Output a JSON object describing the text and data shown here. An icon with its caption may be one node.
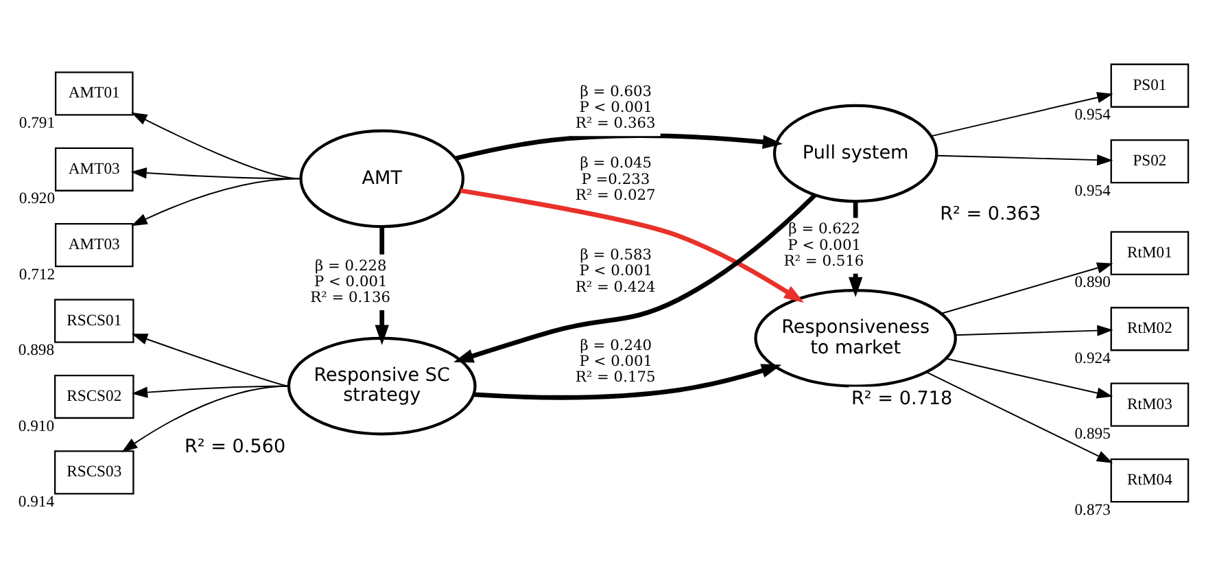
{
  "diagram": {
    "nodes": [
      {
        "text": [
          "AMT"
        ]
      },
      {
        "text": [
          "Pull system"
        ],
        "beside": [
          "R² = 0.363"
        ]
      },
      {
        "text": [
          "Responsive SC strategy"
        ],
        "beside": [
          "R² = 0.560"
        ]
      },
      {
        "text": [
          "Responsiveness to market"
        ],
        "beside": [
          "R² = 0.718"
        ]
      },
      {
        "text": [
          "AMT01"
        ],
        "beside": [
          "0.791"
        ]
      },
      {
        "text": [
          "AMT03"
        ],
        "beside": [
          "0.920"
        ]
      },
      {
        "text": [
          "AMT03"
        ],
        "beside": [
          "0.712"
        ]
      },
      {
        "text": [
          "PS01"
        ],
        "beside": [
          "0.954"
        ]
      },
      {
        "text": [
          "PS02"
        ],
        "beside": [
          "0.954"
        ]
      },
      {
        "text": [
          "RSCS01"
        ],
        "beside": [
          "0.898"
        ]
      },
      {
        "text": [
          "RSCS02"
        ],
        "beside": [
          "0.910"
        ]
      },
      {
        "text": [
          "RSCS03"
        ],
        "beside": [
          "0.914"
        ]
      },
      {
        "text": [
          "RtM01"
        ],
        "beside": [
          "0.890"
        ]
      },
      {
        "text": [
          "RtM02"
        ],
        "beside": [
          "0.924"
        ]
      },
      {
        "text": [
          "RtM03"
        ],
        "beside": [
          "0.895"
        ]
      },
      {
        "text": [
          "RtM04"
        ],
        "beside": [
          "0.873"
        ]
      }
    ],
    "edges": [
      {
        "from": 0,
        "to": 4,
        "arrow": "to"
      },
      {
        "from": 0,
        "to": 5,
        "arrow": "to"
      },
      {
        "from": 0,
        "to": 6,
        "arrow": "to"
      },
      {
        "from": 0,
        "to": 1,
        "arrow": "to",
        "label": "β = 0.603 P < 0.001 R² = 0.363",
        "style": "thick"
      },
      {
        "from": 1,
        "to": 7,
        "arrow": "to"
      },
      {
        "from": 1,
        "to": 8,
        "arrow": "to"
      },
      {
        "from": 0,
        "to": 2,
        "arrow": "to",
        "label": "β = 0.228 P < 0.001 R² = 0.136",
        "style": "thick"
      },
      {
        "from": 1,
        "to": 2,
        "arrow": "to",
        "label": "β = 0.583 P < 0.001 R² = 0.424",
        "style": "thick"
      },
      {
        "from": 0,
        "to": 3,
        "arrow": "to",
        "label": "β = 0.045 P =0.233 R² = 0.027",
        "style": "thick",
        "color": "#e8312a"
      },
      {
        "from": 1,
        "to": 3,
        "arrow": "to",
        "label": "β = 0.622 P < 0.001 R² = 0.516",
        "style": "thick"
      },
      {
        "from": 2,
        "to": 9,
        "arrow": "to"
      },
      {
        "from": 2,
        "to": 10,
        "arrow": "to"
      },
      {
        "from": 2,
        "to": 11,
        "arrow": "to"
      },
      {
        "from": 2,
        "to": 3,
        "arrow": "to",
        "label": "β = 0.240 P < 0.001 R² = 0.175",
        "style": "thick"
      },
      {
        "from": 3,
        "to": 12,
        "arrow": "to"
      },
      {
        "from": 3,
        "to": 13,
        "arrow": "to"
      },
      {
        "from": 3,
        "to": 14,
        "arrow": "to"
      },
      {
        "from": 3,
        "to": 15,
        "arrow": "to"
      }
    ]
  }
}
